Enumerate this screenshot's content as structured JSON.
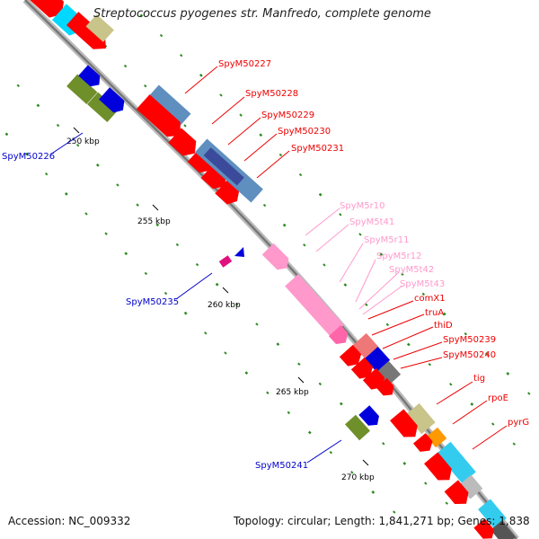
{
  "title": "Streptococcus pyogenes str. Manfredo, complete genome",
  "accession": "Accession: NC_009332",
  "topology": "Topology: circular; Length: 1,841,271 bp; Genes: 1,838",
  "colors": {
    "cds": "#ff0000",
    "gene_blue": "#0000dd",
    "rna": "#ff99cc",
    "gc_skew": "#2e8b22",
    "label_red": "#ee0000",
    "label_blue": "#0000cc",
    "label_pink": "#ff99cc",
    "backbone": "#888888"
  },
  "ticks": [
    "250 kbp",
    "255 kbp",
    "260 kbp",
    "265 kbp",
    "270 kbp"
  ],
  "labels": {
    "red": [
      "SpyM50227",
      "SpyM50228",
      "SpyM50229",
      "SpyM50230",
      "SpyM50231",
      "comX1",
      "truA",
      "thiD",
      "SpyM50239",
      "SpyM50240",
      "tig",
      "rpoE",
      "pyrG"
    ],
    "pink": [
      "SpyM5r10",
      "SpyM5t41",
      "SpyM5r11",
      "SpyM5r12",
      "SpyM5t42",
      "SpyM5t43"
    ],
    "blue": [
      "SpyM50226",
      "SpyM50235",
      "SpyM50241"
    ]
  }
}
